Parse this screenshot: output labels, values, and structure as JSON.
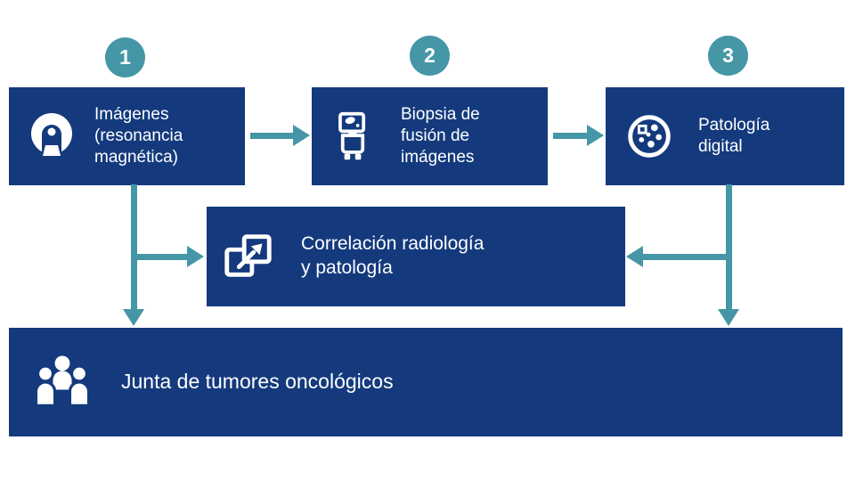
{
  "palette": {
    "navy": "#143A7D",
    "teal": "#4596A6",
    "background": "#FFFFFF",
    "text_on_navy": "#FFFFFF"
  },
  "steps": [
    {
      "number": "1",
      "label": "Imágenes\n(resonancia\nmagnética)",
      "icon": "mri-scanner-icon"
    },
    {
      "number": "2",
      "label": "Biopsia de\nfusión de\nimágenes",
      "icon": "fusion-biopsy-machine-icon"
    },
    {
      "number": "3",
      "label": "Patología\ndigital",
      "icon": "digital-pathology-dish-icon"
    }
  ],
  "correlation": {
    "label": "Correlación radiología\ny patología",
    "icon": "correlation-screens-arrow-icon"
  },
  "tumor_board": {
    "label": "Junta de tumores oncológicos",
    "icon": "people-group-icon"
  }
}
